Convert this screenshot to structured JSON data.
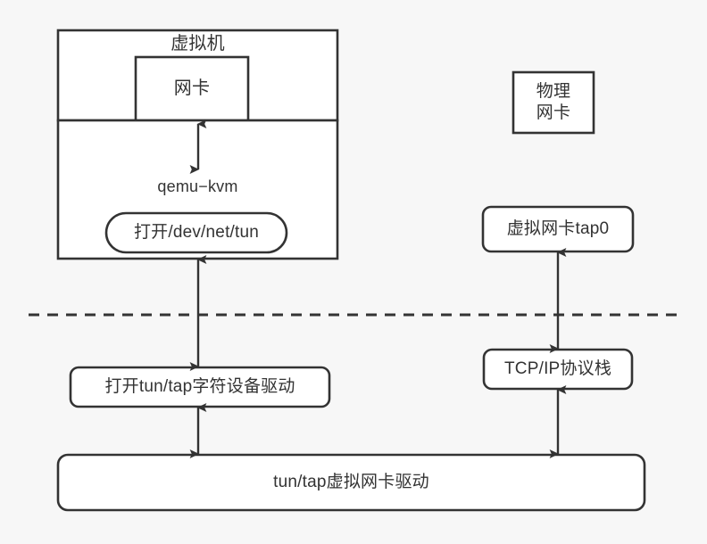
{
  "diagram": {
    "title": "tun/tap virtual NIC architecture",
    "colors": {
      "background": "#f7f7f7",
      "node_fill": "#ffffff",
      "stroke": "#333333",
      "text": "#333333",
      "divider": "#333333"
    },
    "nodes": {
      "vm": {
        "label": "虚拟机",
        "shape": "rect"
      },
      "nic": {
        "label": "网卡",
        "shape": "rect"
      },
      "qemu": {
        "label": "qemu−kvm",
        "shape": "rect"
      },
      "open_dev_net_tun": {
        "label": "打开/dev/net/tun",
        "shape": "rounded-rect"
      },
      "physical_nic": {
        "label": "物理\n网卡",
        "shape": "rect"
      },
      "tap0": {
        "label": "虚拟网卡tap0",
        "shape": "rounded-rect"
      },
      "tcp_ip_stack": {
        "label": "TCP/IP协议栈",
        "shape": "rounded-rect"
      },
      "char_device_driver": {
        "label": "打开tun/tap字符设备驱动",
        "shape": "rounded-rect"
      },
      "tuntap_driver": {
        "label": "tun/tap虚拟网卡驱动",
        "shape": "rounded-rect"
      }
    },
    "divider": {
      "name": "user-kernel-boundary",
      "style": "dashed"
    },
    "connectors": [
      {
        "name": "nic-to-qemu",
        "from": "nic",
        "to": "qemu",
        "arrow": "double"
      },
      {
        "name": "qemu-to-char-device-driver",
        "from": "open_dev_net_tun",
        "to": "char_device_driver",
        "arrow": "double"
      },
      {
        "name": "char-device-driver-to-tuntap-driver",
        "from": "char_device_driver",
        "to": "tuntap_driver",
        "arrow": "double"
      },
      {
        "name": "tap0-to-tcp-ip-stack",
        "from": "tap0",
        "to": "tcp_ip_stack",
        "arrow": "double"
      },
      {
        "name": "tcp-ip-stack-to-tuntap-driver",
        "from": "tcp_ip_stack",
        "to": "tuntap_driver",
        "arrow": "double"
      }
    ]
  }
}
